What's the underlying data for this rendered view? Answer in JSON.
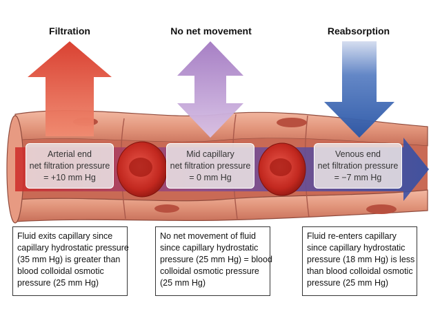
{
  "headings": {
    "left": "Filtration",
    "middle": "No net movement",
    "right": "Reabsorption"
  },
  "pressure_boxes": {
    "arterial": [
      "Arterial end",
      "net filtration pressure",
      "= +10 mm Hg"
    ],
    "mid": [
      "Mid capillary",
      "net filtration pressure",
      "= 0 mm Hg"
    ],
    "venous": [
      "Venous end",
      "net filtration pressure",
      "= −7 mm Hg"
    ]
  },
  "descriptions": {
    "left": [
      "Fluid exits capillary since",
      "capillary hydrostatic pressure",
      "(35 mm Hg) is greater than",
      "blood colloidal osmotic",
      "pressure (25 mm Hg)"
    ],
    "middle": [
      "No net movement of fluid",
      "since capillary hydrostatic",
      "pressure (25 mm Hg) = blood",
      "colloidal osmotic pressure",
      "(25 mm Hg)"
    ],
    "right": [
      "Fluid re-enters capillary",
      "since capillary hydrostatic",
      "pressure (18 mm Hg) is less",
      "than blood colloidal osmotic",
      "pressure (25 mm Hg)"
    ]
  },
  "colors": {
    "filtration_arrow": "#d63a2a",
    "neutral_arrow": "#a77cc4",
    "reabsorption_arrow": "#2f5fae",
    "vessel": "#e2967c",
    "vessel_dark": "#b45a46",
    "red_cell": "#c8281e"
  }
}
